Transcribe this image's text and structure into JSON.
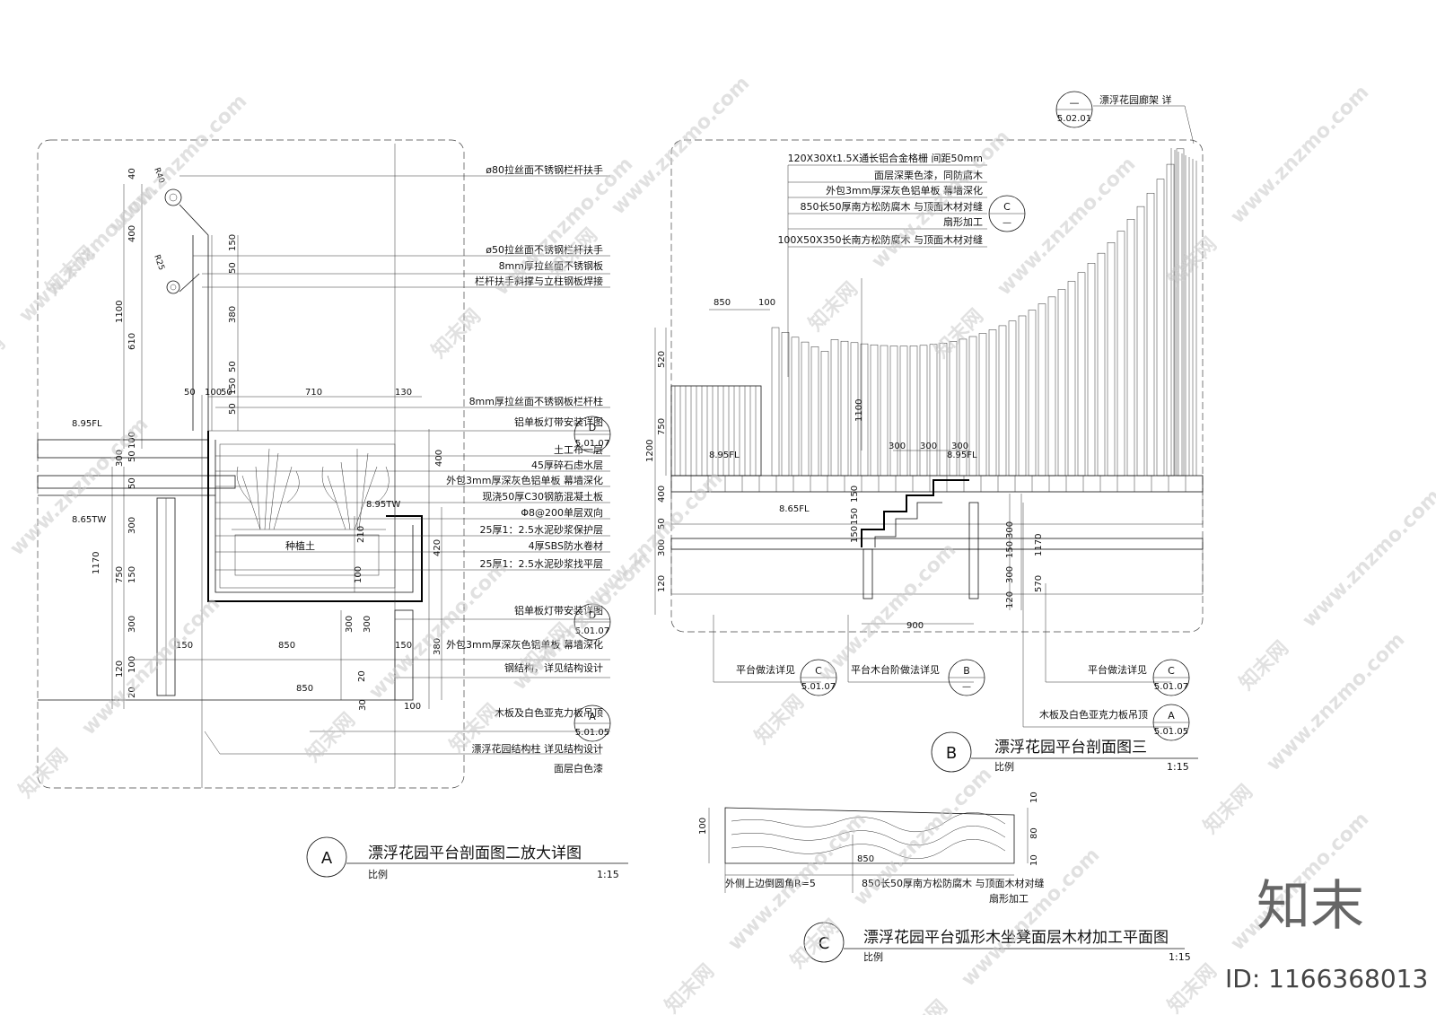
{
  "panel_a": {
    "circle": "A",
    "title": "漂浮花园平台剖面图二放大详图",
    "scale_label": "比例",
    "scale": "1:15",
    "callouts": [
      "ø80拉丝面不锈钢栏杆扶手",
      "ø50拉丝面不锈钢栏杆扶手",
      "8mm厚拉丝面不锈钢板",
      "栏杆扶手斜撑与立柱钢板焊接",
      "8mm厚拉丝面不锈钢板栏杆柱",
      "铝单板灯带安装详图",
      "土工布一层",
      "45厚碎石虑水层",
      "外包3mm厚深灰色铝单板  幕墙深化",
      "现浇50厚C30钢筋混凝土板",
      "Φ8@200单层双向",
      "25厚1：2.5水泥砂浆保护层",
      "4厚SBS防水卷材",
      "25厚1：2.5水泥砂浆找平层",
      "铝单板灯带安装详图",
      "外包3mm厚深灰色铝单板  幕墙深化",
      "钢结构，详见结构设计",
      "木板及白色亚克力板吊顶",
      "漂浮花园结构柱  详见结构设计",
      "面层白色漆"
    ],
    "ref_d1": {
      "top": "D",
      "bottom": "5.01.07"
    },
    "ref_d2": {
      "top": "D",
      "bottom": "5.01.07"
    },
    "ref_a": {
      "top": "A",
      "bottom": "5.01.05"
    },
    "plant_label": "种植土",
    "levels": [
      "8.95FL",
      "8.65TW",
      "8.95TW"
    ],
    "radii": [
      "R40",
      "R25"
    ],
    "dims": [
      "40",
      "400",
      "1100",
      "610",
      "150",
      "50",
      "380",
      "50",
      "150",
      "50",
      "710",
      "130",
      "50",
      "100",
      "50",
      "300",
      "100",
      "50",
      "50",
      "1170",
      "750",
      "300",
      "150",
      "300",
      "120",
      "100",
      "20",
      "400",
      "420",
      "210",
      "850",
      "300",
      "300",
      "150",
      "850",
      "380",
      "150",
      "20",
      "30",
      "100",
      "100"
    ]
  },
  "panel_b": {
    "circle": "B",
    "title": "漂浮花园平台剖面图三",
    "scale_label": "比例",
    "scale": "1:15",
    "top_ref": {
      "top": "—",
      "bottom": "5.02.01",
      "label": "漂浮花园廊架  详"
    },
    "callouts": [
      "120X30Xt1.5X通长铝合金格栅  间距50mm",
      "面层深栗色漆，同防腐木",
      "外包3mm厚深灰色铝单板  幕墙深化",
      "850长50厚南方松防腐木  与顶面木材对缝",
      "扇形加工",
      "100X50X350长南方松防腐木  与顶面木材对缝"
    ],
    "ref_c_top": {
      "top": "C",
      "bottom": "—"
    },
    "bottom_callouts": [
      {
        "label": "平台做法详见",
        "top": "C",
        "bottom": "5.01.07"
      },
      {
        "label": "平台木台阶做法详见",
        "top": "B",
        "bottom": "—"
      },
      {
        "label": "平台做法详见",
        "top": "C",
        "bottom": "5.01.07"
      },
      {
        "label": "木板及白色亚克力板吊顶",
        "top": "A",
        "bottom": "5.01.05"
      }
    ],
    "levels": [
      "8.95FL",
      "8.65FL",
      "8.95FL"
    ],
    "dims": [
      "850",
      "100",
      "520",
      "750",
      "1200",
      "400",
      "50",
      "300",
      "120",
      "1100",
      "300",
      "300",
      "300",
      "1170",
      "300",
      "150",
      "300",
      "570",
      "120",
      "900",
      "150",
      "150",
      "150"
    ]
  },
  "panel_c": {
    "circle": "C",
    "title": "漂浮花园平台弧形木坐凳面层木材加工平面图",
    "scale_label": "比例",
    "scale": "1:15",
    "callouts": [
      "外侧上边倒圆角R=5",
      "850长50厚南方松防腐木  与顶面木材对缝",
      "扇形加工"
    ],
    "dims": [
      "100",
      "850",
      "10",
      "80",
      "10"
    ]
  },
  "watermarks": {
    "site": "www.znzmo.com",
    "brand": "知末网",
    "logo": "知末",
    "id": "ID: 1166368013"
  }
}
